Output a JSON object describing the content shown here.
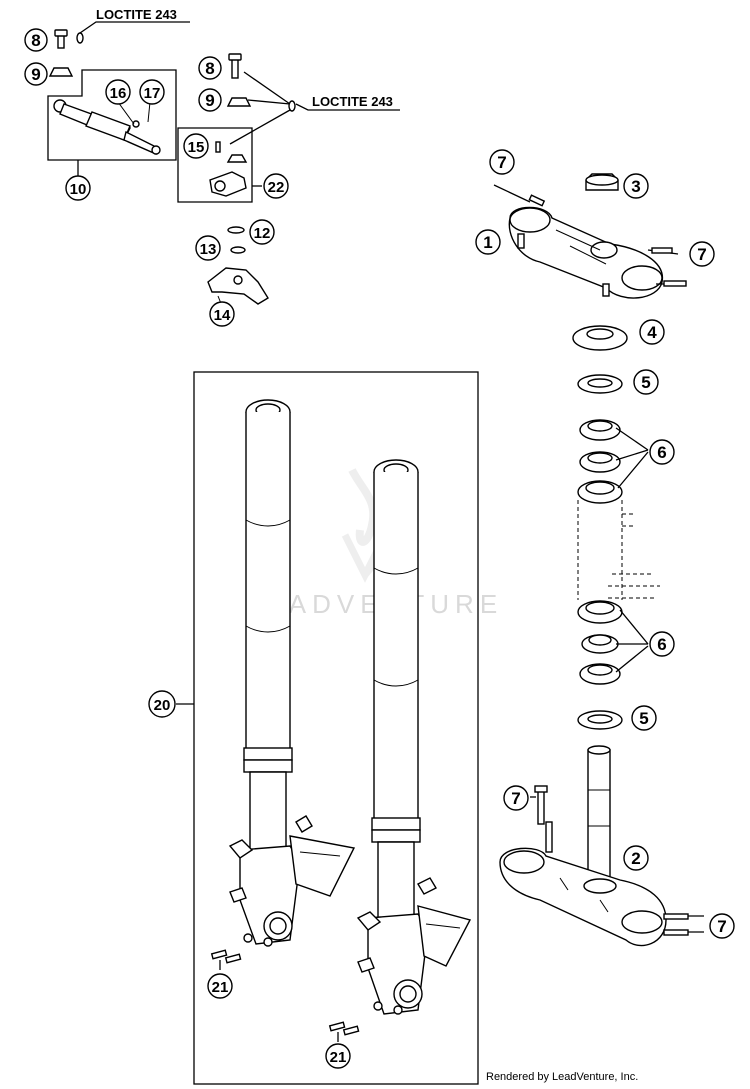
{
  "callouts": [
    {
      "id": "c8a",
      "label": "8"
    },
    {
      "id": "c9a",
      "label": "9"
    },
    {
      "id": "c16",
      "label": "16"
    },
    {
      "id": "c17",
      "label": "17"
    },
    {
      "id": "c10",
      "label": "10"
    },
    {
      "id": "c8b",
      "label": "8"
    },
    {
      "id": "c9b",
      "label": "9"
    },
    {
      "id": "c15",
      "label": "15"
    },
    {
      "id": "c22",
      "label": "22"
    },
    {
      "id": "c12",
      "label": "12"
    },
    {
      "id": "c13",
      "label": "13"
    },
    {
      "id": "c14",
      "label": "14"
    },
    {
      "id": "c7a",
      "label": "7"
    },
    {
      "id": "c3",
      "label": "3"
    },
    {
      "id": "c1",
      "label": "1"
    },
    {
      "id": "c7b",
      "label": "7"
    },
    {
      "id": "c4",
      "label": "4"
    },
    {
      "id": "c5a",
      "label": "5"
    },
    {
      "id": "c6a",
      "label": "6"
    },
    {
      "id": "c6b",
      "label": "6"
    },
    {
      "id": "c5b",
      "label": "5"
    },
    {
      "id": "c20",
      "label": "20"
    },
    {
      "id": "c7c",
      "label": "7"
    },
    {
      "id": "c2",
      "label": "2"
    },
    {
      "id": "c7d",
      "label": "7"
    },
    {
      "id": "c21a",
      "label": "21"
    },
    {
      "id": "c21b",
      "label": "21"
    }
  ],
  "notes": {
    "loctite_1": "LOCTITE 243",
    "loctite_2": "LOCTITE 243"
  },
  "watermark": "LEADVENTURE",
  "footer": "Rendered by LeadVenture, Inc."
}
